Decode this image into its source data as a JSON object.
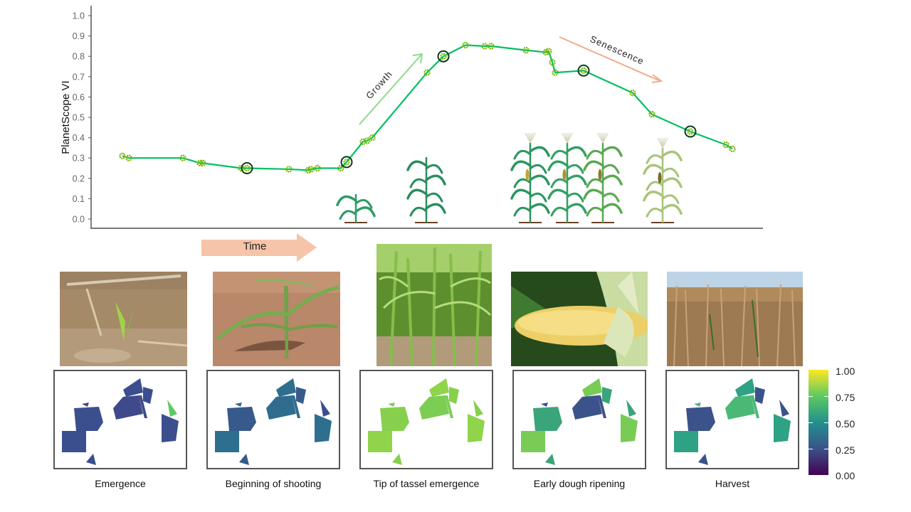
{
  "chart_data": {
    "type": "line",
    "title": "",
    "xlabel": "Time",
    "ylabel": "PlanetScope VI",
    "ylim": [
      0.0,
      1.0
    ],
    "yticks": [
      "0.0",
      "0.1",
      "0.2",
      "0.3",
      "0.4",
      "0.5",
      "0.6",
      "0.7",
      "0.8",
      "0.9",
      "1.0"
    ],
    "grid": false,
    "series": [
      {
        "name": "PlanetScope VI time series",
        "color": "#00c060",
        "marker_color": "#7cb800",
        "points": [
          {
            "x": 172,
            "y": 0.31
          },
          {
            "x": 181,
            "y": 0.3
          },
          {
            "x": 257,
            "y": 0.3
          },
          {
            "x": 281,
            "y": 0.275
          },
          {
            "x": 285,
            "y": 0.275
          },
          {
            "x": 339,
            "y": 0.25
          },
          {
            "x": 347,
            "y": 0.25
          },
          {
            "x": 406,
            "y": 0.245
          },
          {
            "x": 433,
            "y": 0.24
          },
          {
            "x": 437,
            "y": 0.245
          },
          {
            "x": 446,
            "y": 0.25
          },
          {
            "x": 479,
            "y": 0.25
          },
          {
            "x": 487,
            "y": 0.28
          },
          {
            "x": 510,
            "y": 0.38
          },
          {
            "x": 516,
            "y": 0.385
          },
          {
            "x": 523,
            "y": 0.4
          },
          {
            "x": 600,
            "y": 0.72
          },
          {
            "x": 623,
            "y": 0.8
          },
          {
            "x": 654,
            "y": 0.855
          },
          {
            "x": 681,
            "y": 0.85
          },
          {
            "x": 690,
            "y": 0.85
          },
          {
            "x": 739,
            "y": 0.83
          },
          {
            "x": 767,
            "y": 0.82
          },
          {
            "x": 771,
            "y": 0.825
          },
          {
            "x": 776,
            "y": 0.77
          },
          {
            "x": 780,
            "y": 0.72
          },
          {
            "x": 820,
            "y": 0.73
          },
          {
            "x": 889,
            "y": 0.62
          },
          {
            "x": 916,
            "y": 0.515
          },
          {
            "x": 970,
            "y": 0.43
          },
          {
            "x": 1020,
            "y": 0.365
          },
          {
            "x": 1029,
            "y": 0.345
          }
        ]
      }
    ],
    "highlighted_points": [
      {
        "x": 347,
        "y": 0.25,
        "stage": "Emergence"
      },
      {
        "x": 487,
        "y": 0.28,
        "stage": "Beginning of shooting"
      },
      {
        "x": 623,
        "y": 0.8,
        "stage": "Tip of tassel emergence"
      },
      {
        "x": 820,
        "y": 0.73,
        "stage": "Early dough ripening"
      },
      {
        "x": 970,
        "y": 0.43,
        "stage": "Harvest"
      }
    ],
    "annotations": [
      {
        "text": "Growth",
        "color": "#8fd98a"
      },
      {
        "text": "Senescence",
        "color": "#f4a98a"
      }
    ],
    "colorbar": {
      "palette": "viridis",
      "ticks": [
        "1.00",
        "0.75",
        "0.50",
        "0.25",
        "0.00"
      ]
    }
  },
  "time_arrow": {
    "label": "Time"
  },
  "stages": [
    {
      "label": "Emergence",
      "map_tone": "low"
    },
    {
      "label": "Beginning of shooting",
      "map_tone": "low-mid"
    },
    {
      "label": "Tip of tassel emergence",
      "map_tone": "high"
    },
    {
      "label": "Early dough ripening",
      "map_tone": "high-mixed"
    },
    {
      "label": "Harvest",
      "map_tone": "mixed"
    }
  ],
  "colors": {
    "line": "#00c060",
    "marker": "#7cb800",
    "highlight_ring": "#0d3b1e",
    "growth_arrow": "#8fd98a",
    "senescence_arrow": "#f4a98a",
    "time_arrow": "#f6c4a8"
  }
}
